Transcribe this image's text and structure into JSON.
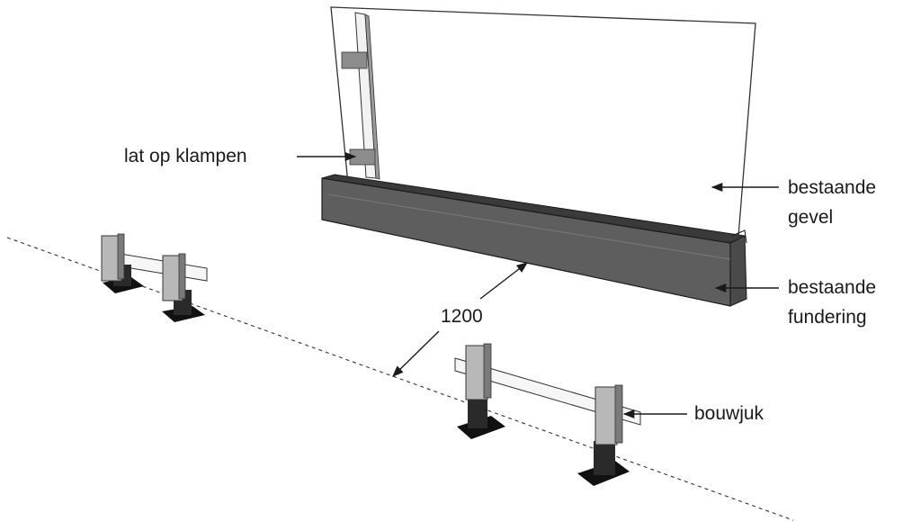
{
  "labels": {
    "lat_op_klampen": "lat op klampen",
    "bestaande_gevel": [
      "bestaande",
      "gevel"
    ],
    "bestaande_fundering": [
      "bestaande",
      "fundering"
    ],
    "dimension": "1200",
    "bouwjuk": "bouwjuk"
  },
  "colors": {
    "line": "#1a1a1a",
    "foundation_front": "#5a5a5a",
    "foundation_top": "#3a3a3a",
    "post_light": "#b4b4b4",
    "post_dark": "#7a7a7a",
    "base_plate": "#222222"
  }
}
